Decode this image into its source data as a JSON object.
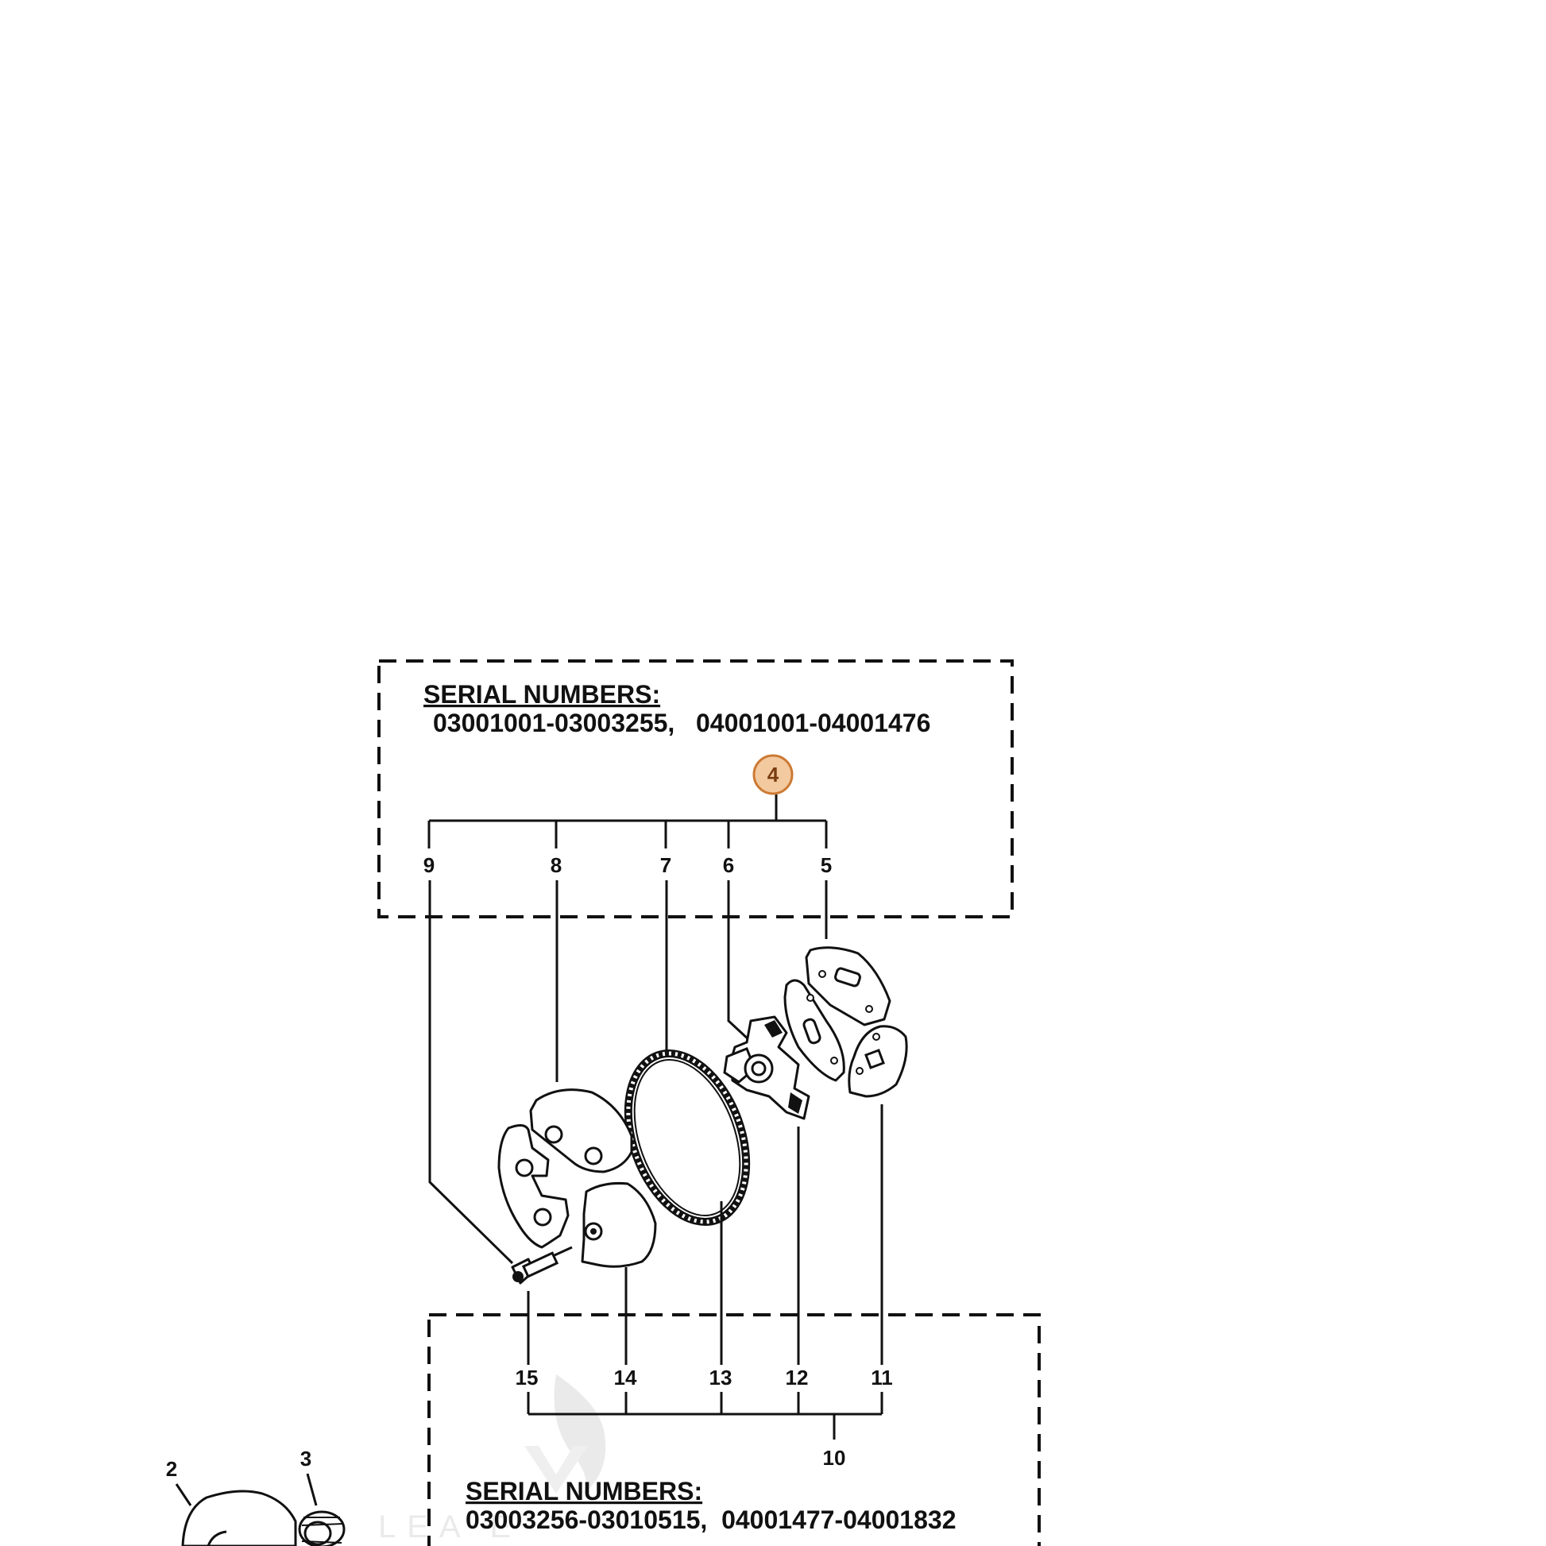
{
  "colors": {
    "background": "#ffffff",
    "line": "#111111",
    "callout_fill": "#f3c9a0",
    "callout_stroke": "#cc7a33",
    "watermark": "#d9d9d9"
  },
  "upper_box": {
    "heading": "SERIAL NUMBERS:",
    "ranges": "03001001-03003255,   04001001-04001476"
  },
  "lower_box": {
    "heading": "SERIAL NUMBERS:",
    "ranges": "03003256-03010515,  04001477-04001832"
  },
  "callouts": {
    "highlighted": "4",
    "upper": [
      "9",
      "8",
      "7",
      "6",
      "5"
    ],
    "lower": [
      "15",
      "14",
      "13",
      "12",
      "11"
    ],
    "group_lower": "10",
    "left": [
      "2",
      "3"
    ]
  },
  "watermark": {
    "text": "LEA          E"
  },
  "icons": {
    "watermark_logo": "flame-logo-icon"
  }
}
